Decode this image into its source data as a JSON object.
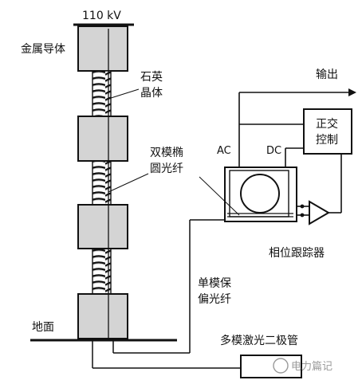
{
  "labels": {
    "voltage": "110 kV",
    "metal_conductor": "金属导体",
    "quartz_crystal_line1": "石英",
    "quartz_crystal_line2": "晶体",
    "dual_mode_fiber_line1": "双模椭",
    "dual_mode_fiber_line2": "圆光纤",
    "ground": "地面",
    "single_mode_fiber_line1": "单模保",
    "single_mode_fiber_line2": "偏光纤",
    "multimode_laser": "多模激光二极管",
    "phase_tracker": "相位跟踪器",
    "output": "输出",
    "quadrature_control_line1": "正交",
    "quadrature_control_line2": "控制",
    "ac": "AC",
    "dc": "DC"
  },
  "watermark": {
    "text": "电力篇记"
  },
  "colors": {
    "block_fill": "#d4d4d4",
    "stroke": "#111111",
    "coil_light": "#cfcfcf"
  }
}
